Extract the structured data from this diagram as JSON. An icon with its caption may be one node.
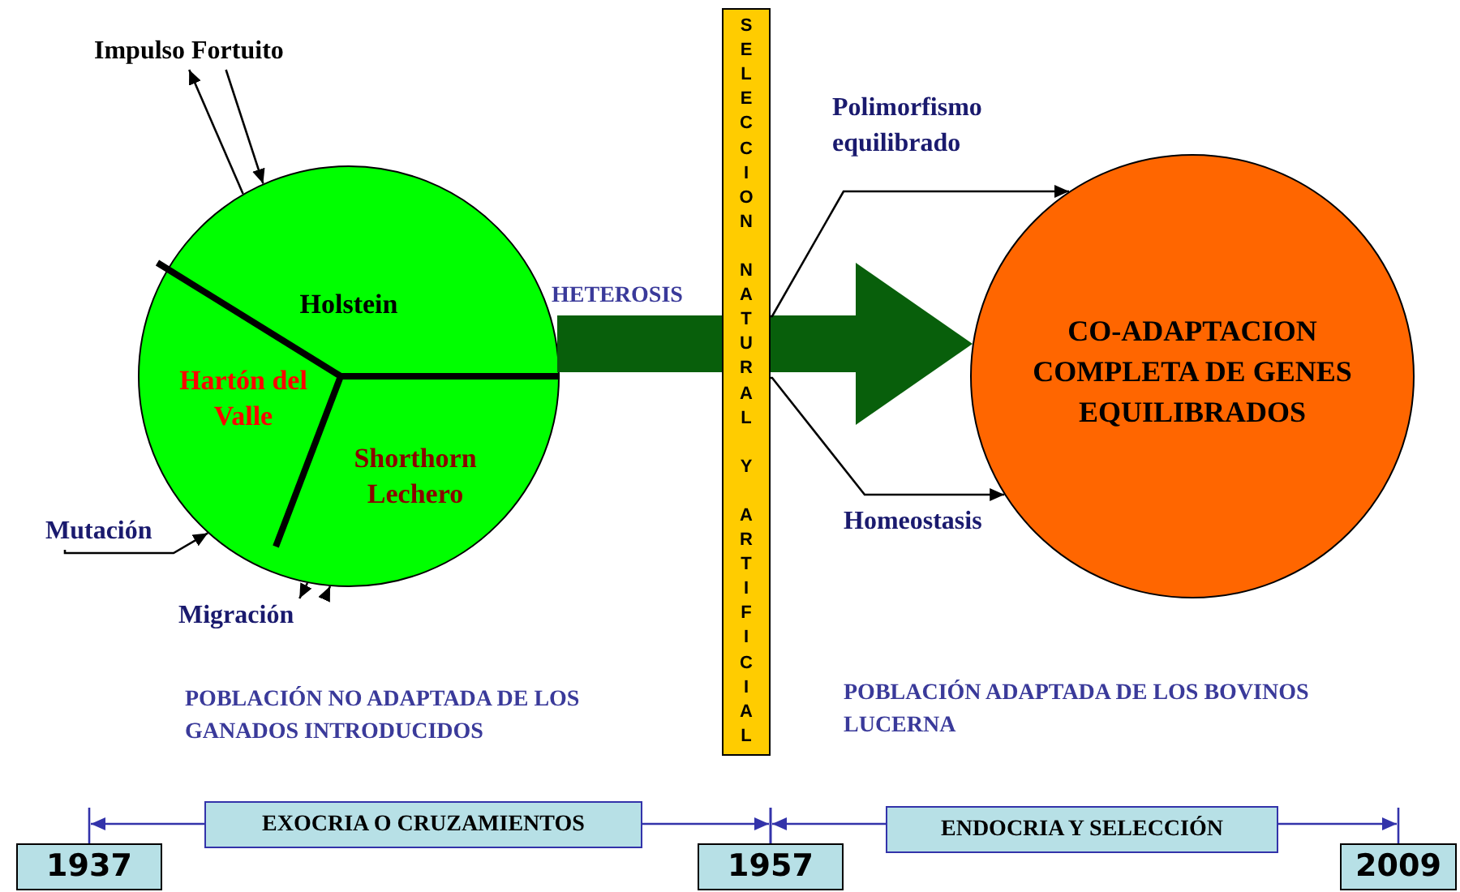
{
  "diagram": {
    "nodes": [
      {
        "text": [
          "Holstein",
          "Hartón del Valle",
          "Shorthorn Lechero"
        ]
      },
      {
        "text": [
          "Impulso Fortuito"
        ]
      },
      {
        "text": [
          "Mutación"
        ]
      },
      {
        "text": [
          "Migración"
        ]
      },
      {
        "text": [
          "SELECCION NATURAL Y ARTIFICIAL"
        ]
      },
      {
        "text": [
          "CO-ADAPTACION COMPLETA DE GENES EQUILIBRADOS"
        ]
      },
      {
        "text": [
          "1937"
        ]
      },
      {
        "text": [
          "1957"
        ]
      },
      {
        "text": [
          "2009"
        ]
      }
    ],
    "edges": [
      {
        "from": 0,
        "to": 1,
        "arrow": "to"
      },
      {
        "from": 1,
        "to": 0,
        "arrow": "to"
      },
      {
        "from": 2,
        "to": 0,
        "arrow": "to"
      },
      {
        "from": 0,
        "to": 3,
        "arrow": "to"
      },
      {
        "from": 3,
        "to": 0,
        "arrow": "to"
      },
      {
        "from": 0,
        "to": 4,
        "arrow": "none",
        "label": "HETEROSIS",
        "style": "thick",
        "color": "#085f0b"
      },
      {
        "from": 4,
        "to": 5,
        "arrow": "to",
        "style": "thick",
        "color": "#085f0b"
      },
      {
        "from": 4,
        "to": 5,
        "arrow": "to",
        "label": "Polimorfismo equilibrado"
      },
      {
        "from": 4,
        "to": 5,
        "arrow": "to",
        "label": "Homeostasis"
      },
      {
        "from": 6,
        "to": 7,
        "arrow": "both",
        "label": "EXOCRIA O CRUZAMIENTOS",
        "color": "#3333aa"
      },
      {
        "from": 7,
        "to": 8,
        "arrow": "both",
        "label": "ENDOCRIA Y SELECCIÓN",
        "color": "#3333aa"
      }
    ],
    "labels": [
      "POBLACIÓN NO ADAPTADA DE LOS GANADOS INTRODUCIDOS",
      "POBLACIÓN ADAPTADA DE LOS BOVINOS LUCERNA"
    ]
  }
}
